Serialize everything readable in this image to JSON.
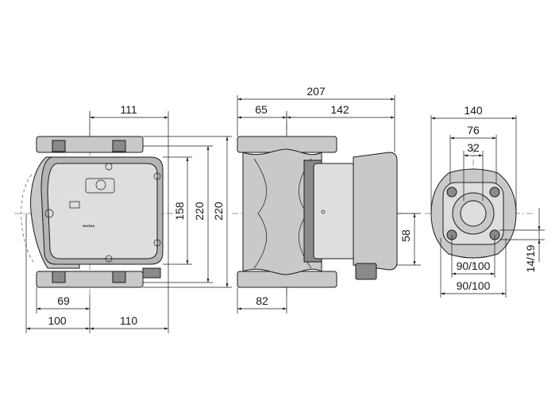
{
  "front_view": {
    "dim_top": "111",
    "dim_height_inner": "158",
    "dim_height_a": "220",
    "dim_height_b": "220",
    "dim_69": "69",
    "dim_100": "100",
    "dim_110": "110",
    "brand_label": "MAGNA"
  },
  "side_view": {
    "dim_total": "207",
    "dim_65": "65",
    "dim_142": "142",
    "dim_58": "58",
    "dim_82": "82"
  },
  "flange_view": {
    "dim_140": "140",
    "dim_76": "76",
    "dim_32": "32",
    "dim_90_100_a": "90/100",
    "dim_90_100_b": "90/100",
    "dim_14_19": "14/19"
  }
}
